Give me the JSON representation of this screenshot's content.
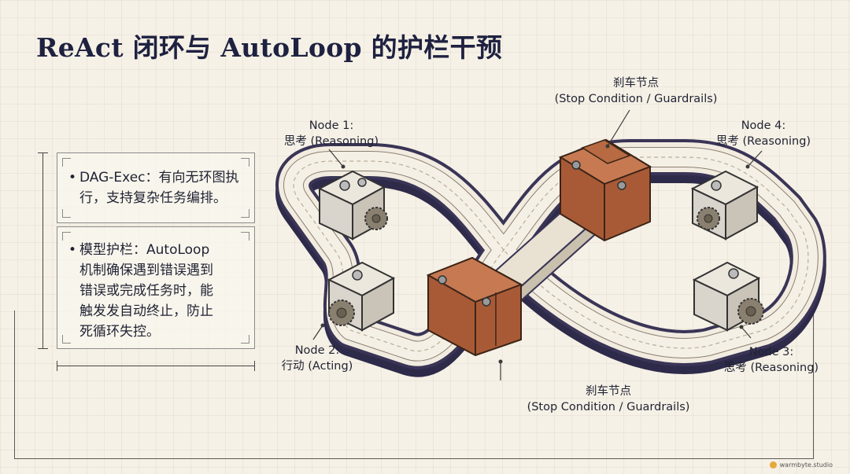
{
  "title": "ReAct 闭环与 AutoLoop 的护栏干预",
  "cards": [
    {
      "lines": [
        "DAG-Exec：有向无环图执",
        "行，支持复杂任务编排。"
      ]
    },
    {
      "lines": [
        "模型护栏：AutoLoop",
        "机制确保遇到错误遇到",
        "错误或完成任务时，能",
        "触发发自动终止，防止",
        "死循环失控。"
      ]
    }
  ],
  "bullet": "•",
  "nodes": {
    "node1": {
      "name": "Node 1:",
      "desc": "思考 (Reasoning)"
    },
    "node2": {
      "name": "Node 2:",
      "desc": "行动 (Acting)"
    },
    "node3": {
      "name": "Node 3:",
      "desc": "思考 (Reasoning)"
    },
    "node4": {
      "name": "Node 4:",
      "desc": "思考 (Reasoning)"
    }
  },
  "brakes": {
    "top": {
      "name": "刹车节点",
      "desc": "(Stop Condition / Guardrails)"
    },
    "bottom": {
      "name": "刹车节点",
      "desc": "(Stop Condition / Guardrails)"
    }
  },
  "watermark": "warmbyte.studio",
  "colors": {
    "background": "#f6f1e6",
    "title": "#1e2140",
    "track_dark": "#2e2a4a",
    "track_light": "#f2ece0",
    "brake_wood": "#b5663f",
    "module_grey": "#d9d4cc"
  }
}
